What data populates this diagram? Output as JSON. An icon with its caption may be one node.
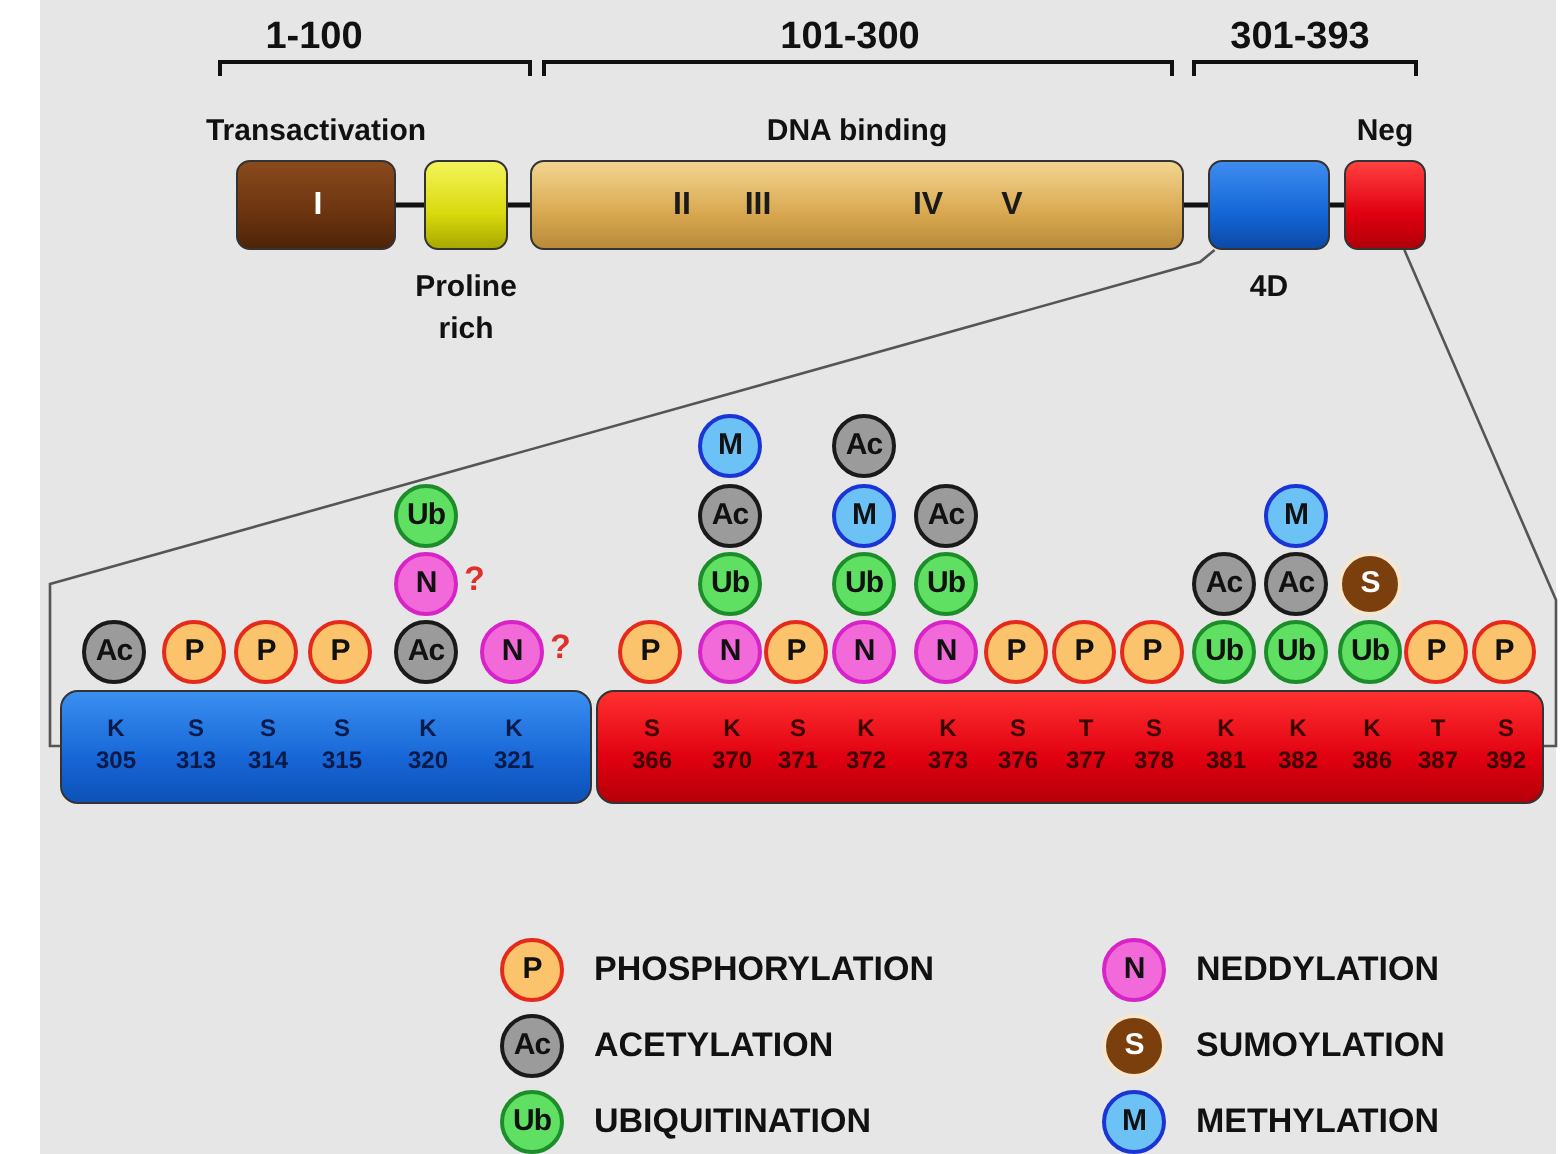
{
  "diagram": {
    "nodes": [
      {
        "text": [
          "Transactivation",
          "I"
        ]
      },
      {
        "text": [
          "Proline rich"
        ]
      },
      {
        "text": [
          "DNA binding",
          "II",
          "III",
          "IV",
          "V"
        ]
      },
      {
        "text": [
          "4D"
        ]
      },
      {
        "text": [
          "Neg"
        ]
      },
      {
        "text": [
          "K 305",
          "S 313",
          "S 314",
          "S 315",
          "K 320",
          "K 321"
        ]
      },
      {
        "text": [
          "S 366",
          "K 370",
          "S 371",
          "K 372",
          "K 373",
          "S 376",
          "T 377",
          "S 378",
          "K 381",
          "K 382",
          "K 386",
          "T 387",
          "S 392"
        ]
      },
      {
        "text": [
          "Ac"
        ]
      },
      {
        "text": [
          "P"
        ]
      },
      {
        "text": [
          "P"
        ]
      },
      {
        "text": [
          "P"
        ]
      },
      {
        "text": [
          "Ac"
        ]
      },
      {
        "text": [
          "N"
        ],
        "beside": [
          "?"
        ]
      },
      {
        "text": [
          "Ub"
        ]
      },
      {
        "text": [
          "N"
        ],
        "beside": [
          "?"
        ]
      },
      {
        "text": [
          "P"
        ]
      },
      {
        "text": [
          "N"
        ]
      },
      {
        "text": [
          "Ub"
        ]
      },
      {
        "text": [
          "Ac"
        ]
      },
      {
        "text": [
          "M"
        ]
      },
      {
        "text": [
          "P"
        ]
      },
      {
        "text": [
          "N"
        ]
      },
      {
        "text": [
          "Ub"
        ]
      },
      {
        "text": [
          "M"
        ]
      },
      {
        "text": [
          "Ac"
        ]
      },
      {
        "text": [
          "N"
        ]
      },
      {
        "text": [
          "Ub"
        ]
      },
      {
        "text": [
          "Ac"
        ]
      },
      {
        "text": [
          "P"
        ]
      },
      {
        "text": [
          "P"
        ]
      },
      {
        "text": [
          "P"
        ]
      },
      {
        "text": [
          "Ub"
        ]
      },
      {
        "text": [
          "Ac"
        ]
      },
      {
        "text": [
          "Ub"
        ]
      },
      {
        "text": [
          "Ac"
        ]
      },
      {
        "text": [
          "M"
        ]
      },
      {
        "text": [
          "Ub"
        ]
      },
      {
        "text": [
          "S"
        ]
      },
      {
        "text": [
          "P"
        ]
      },
      {
        "text": [
          "P"
        ]
      }
    ],
    "edges": [
      {
        "from": 0,
        "to": 1,
        "arrow": "none"
      },
      {
        "from": 1,
        "to": 2,
        "arrow": "none"
      },
      {
        "from": 2,
        "to": 3,
        "arrow": "none"
      },
      {
        "from": 3,
        "to": 4,
        "arrow": "none"
      },
      {
        "from": 3,
        "to": 5,
        "arrow": "none"
      },
      {
        "from": 4,
        "to": 6,
        "arrow": "none"
      }
    ],
    "labels": [
      "1-100",
      "101-300",
      "301-393",
      "P",
      "N",
      "Ac",
      "S",
      "Ub",
      "M"
    ],
    "legend": [
      {
        "text": "PHOSPHORYLATION",
        "color": "#fbc46c"
      },
      {
        "text": "NEDDYLATION",
        "color": "#f26ad9"
      },
      {
        "text": "ACETYLATION",
        "color": "#9b9b9b"
      },
      {
        "text": "SUMOYLATION",
        "color": "#7b3f0e"
      },
      {
        "text": "UBIQUITINATION",
        "color": "#5fe062"
      },
      {
        "text": "METHYLATION",
        "color": "#6cc1f5"
      }
    ]
  }
}
